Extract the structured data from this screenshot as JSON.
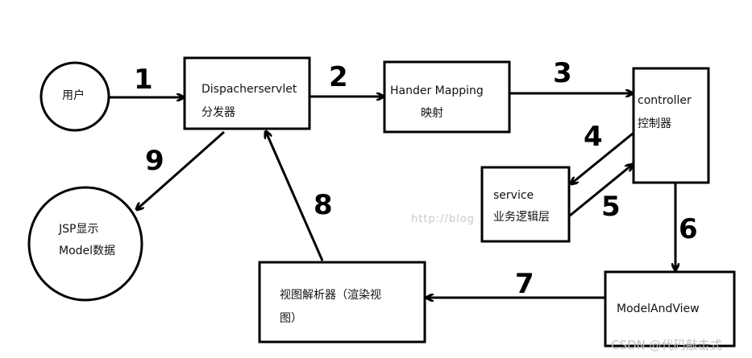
{
  "nodes": {
    "user": "用户",
    "dispatcher": {
      "line1": "Dispacherservlet",
      "line2": "分发器"
    },
    "handler_mapping": {
      "line1": "Hander Mapping",
      "line2": "映射"
    },
    "controller": {
      "line1": "controller",
      "line2": "控制器"
    },
    "service": {
      "line1": "service",
      "line2": "业务逻辑层"
    },
    "jsp": {
      "line1": "JSP显示",
      "line2": "Model数据"
    },
    "view_resolver": {
      "line1": "视图解析器（渲染视",
      "line2": "图）"
    },
    "model_and_view": "ModelAndView"
  },
  "steps": [
    "1",
    "2",
    "3",
    "4",
    "5",
    "6",
    "7",
    "8",
    "9"
  ],
  "watermark": {
    "blog": "http://blog",
    "csdn": "CSDN @代码敲击式"
  },
  "colors": {
    "stroke": "#000000",
    "background": "#ffffff",
    "watermark": "#c8c8c8"
  }
}
